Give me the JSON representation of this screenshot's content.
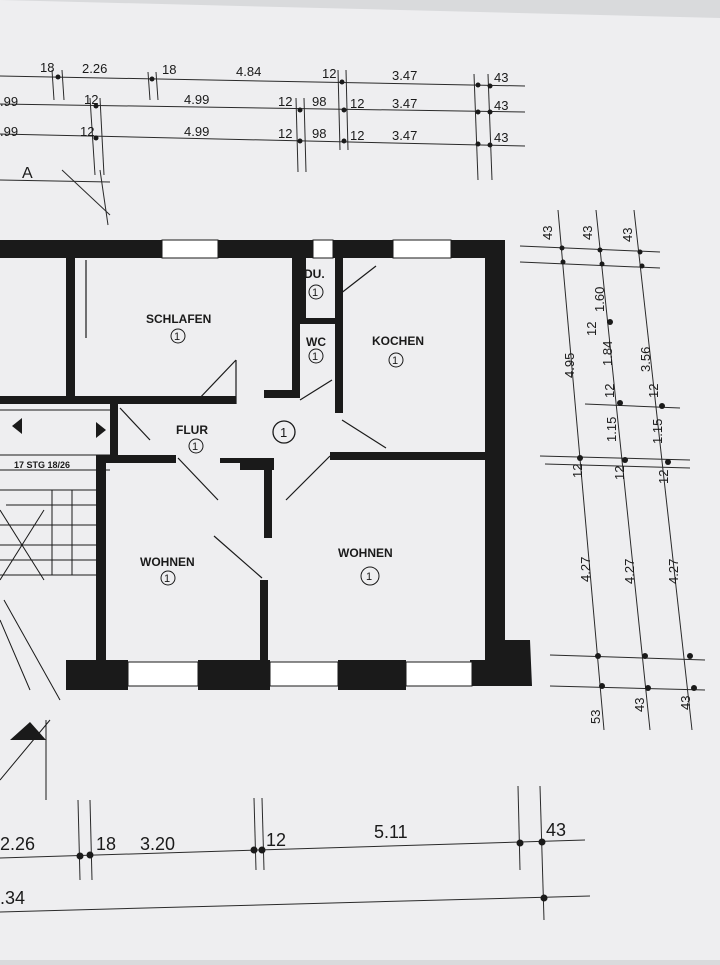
{
  "section_marker": "A",
  "stair_label": "17 STG 18/26",
  "rooms": [
    {
      "key": "du",
      "name": "DU.",
      "num": "1"
    },
    {
      "key": "schlafen",
      "name": "SCHLAFEN",
      "num": "1"
    },
    {
      "key": "wc",
      "name": "WC",
      "num": "1"
    },
    {
      "key": "kochen",
      "name": "KOCHEN",
      "num": "1"
    },
    {
      "key": "flur",
      "name": "FLUR",
      "num": "1"
    },
    {
      "key": "flur_main",
      "name": "",
      "num": "1"
    },
    {
      "key": "wohnen_left",
      "name": "WOHNEN",
      "num": "1"
    },
    {
      "key": "wohnen_right",
      "name": "WOHNEN",
      "num": "1"
    }
  ],
  "dims_top": {
    "row1": [
      "18",
      "2.26",
      "18",
      "4.84",
      "12",
      "3.47",
      "43"
    ],
    "row2": [
      ".99",
      "12",
      "4.99",
      "12",
      "98",
      "12",
      "3.47",
      "43"
    ],
    "row3": [
      ".99",
      "12",
      "4.99",
      "12",
      "98",
      "12",
      "3.47",
      "43"
    ]
  },
  "dims_right": {
    "col1": [
      "43",
      "4.95",
      "12",
      "4.27",
      "53"
    ],
    "col2": [
      "43",
      "12",
      "1.60",
      "1.84",
      "12",
      "1.15",
      "12",
      "4.27",
      "43"
    ],
    "col3": [
      "43",
      "3.56",
      "12",
      "1.15",
      "12",
      "4.27",
      "43"
    ]
  },
  "dims_bottom": {
    "row1": [
      "2.26",
      "18",
      "3.20",
      "12",
      "5.11",
      "43"
    ],
    "row2": [
      ".34"
    ]
  },
  "colors": {
    "paper": "#eeeef0",
    "ink": "#1a1a1a",
    "line": "#2a2a2a",
    "shadow": "#cfd0d3"
  }
}
